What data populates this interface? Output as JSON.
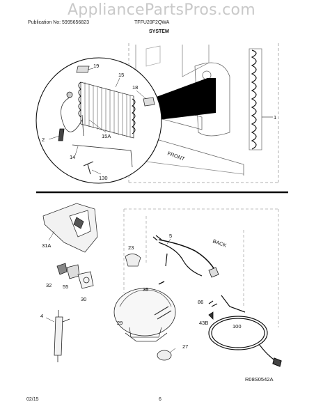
{
  "watermark": "AppliancePartsPros.com",
  "header": {
    "publication": "Publication No: 5995656823",
    "model": "TFFU20F2QWA"
  },
  "section_title": "SYSTEM",
  "diagram_texts": {
    "front": "FRONT",
    "back": "BACK",
    "ref_code": "R08S0542A"
  },
  "callouts": [
    "19",
    "15",
    "18",
    "1",
    "2",
    "15A",
    "14",
    "130",
    "31A",
    "5",
    "23",
    "32",
    "55",
    "30",
    "35",
    "29",
    "4",
    "86",
    "43B",
    "100",
    "27"
  ],
  "footer": {
    "date": "02/15",
    "page": "6"
  }
}
